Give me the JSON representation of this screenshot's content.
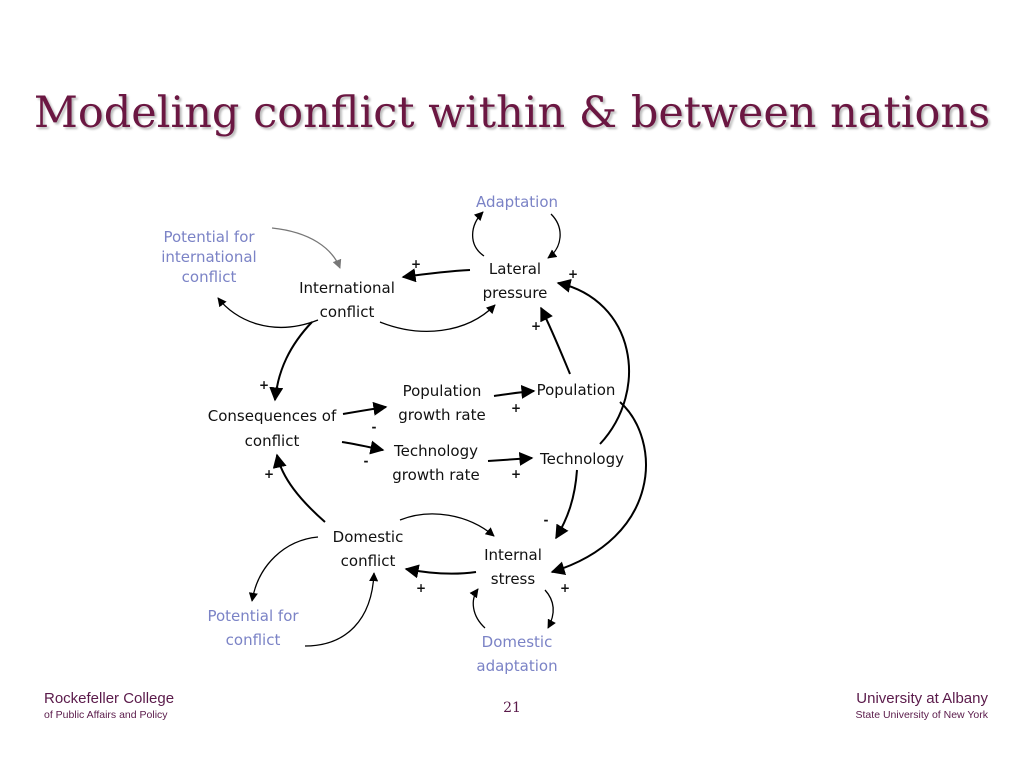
{
  "slide": {
    "title": "Modeling conflict within & between nations",
    "page_number": "21"
  },
  "footer": {
    "left_title": "Rockefeller College",
    "left_subtitle": "of Public Affairs and Policy",
    "right_title": "University at Albany",
    "right_subtitle": "State University of New York"
  },
  "diagram": {
    "nodes": {
      "adaptation": [
        "Adaptation"
      ],
      "potential_international": [
        "Potential for",
        "international",
        "conflict"
      ],
      "international_conflict": [
        "International",
        "conflict"
      ],
      "lateral_pressure": [
        "Lateral",
        "pressure"
      ],
      "consequences": [
        "Consequences of",
        "conflict"
      ],
      "population_growth": [
        "Population",
        "growth rate"
      ],
      "population": [
        "Population"
      ],
      "technology_growth": [
        "Technology",
        "growth rate"
      ],
      "technology": [
        "Technology"
      ],
      "domestic_conflict": [
        "Domestic",
        "conflict"
      ],
      "internal_stress": [
        "Internal",
        "stress"
      ],
      "potential_conflict": [
        "Potential for",
        "conflict"
      ],
      "domestic_adaptation": [
        "Domestic",
        "adaptation"
      ]
    },
    "signs": {
      "lateral_to_international": "+",
      "adaptation_to_lateral": "+",
      "population_to_lateral": "+",
      "international_to_consequences": "+",
      "consequences_to_popgrowth": "-",
      "popgrowth_to_population": "+",
      "consequences_to_techgrowth": "-",
      "techgrowth_to_technology": "+",
      "domestic_to_consequences": "+",
      "technology_to_stress": "-",
      "stress_to_domestic": "+",
      "domestic_adaptation_to_stress": "+"
    },
    "colors": {
      "title": "#6b1742",
      "external_label": "#7b83c6",
      "gray_link": "#777777",
      "link": "#000000"
    }
  }
}
